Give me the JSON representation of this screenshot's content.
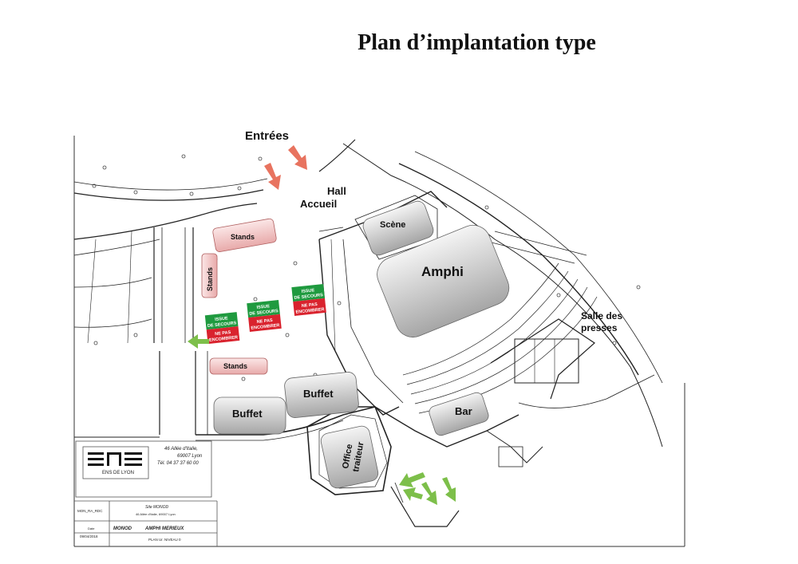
{
  "title": "Plan d’implantation type",
  "labels": {
    "entrees": "Entrées",
    "hall": "Hall",
    "accueil": "Accueil",
    "scene": "Scène",
    "amphi": "Amphi",
    "salle_line1": "Salle des",
    "salle_line2": "presses",
    "bar": "Bar",
    "office_line1": "Office",
    "office_line2": "traiteur"
  },
  "stands": [
    "Stands",
    "Stands",
    "Stands"
  ],
  "buffets": [
    "Buffet",
    "Buffet"
  ],
  "exit_signs": {
    "green_line1": "ISSUE",
    "green_line2": "DE SECOURS",
    "red_line1": "NE PAS",
    "red_line2": "ENCOMBRER"
  },
  "title_block": {
    "logo_text": "ENS DE LYON",
    "address_line1": "46 Allée d'Italie,",
    "address_line2": "69007 Lyon",
    "phone": "Tél. 04 37 37 60 00",
    "code": "MON_RA_RDC",
    "site": "Site MONOD",
    "site_address": "46 Allée d'Italie, 69007 Lyon",
    "date_label": "Date",
    "date": "09/04/2018",
    "building": "MONOD",
    "room": "AMPHI MERIEUX",
    "plan": "PLAN Ur. NIVEAU 0"
  },
  "colors": {
    "entry_arrow": "#e8735f",
    "exit_arrow": "#7dbf4a",
    "exit_green": "#1f9a3f",
    "exit_red": "#d9232e",
    "stand_fill": "#f2c4c4",
    "block_fill": "#bdbdbd"
  }
}
